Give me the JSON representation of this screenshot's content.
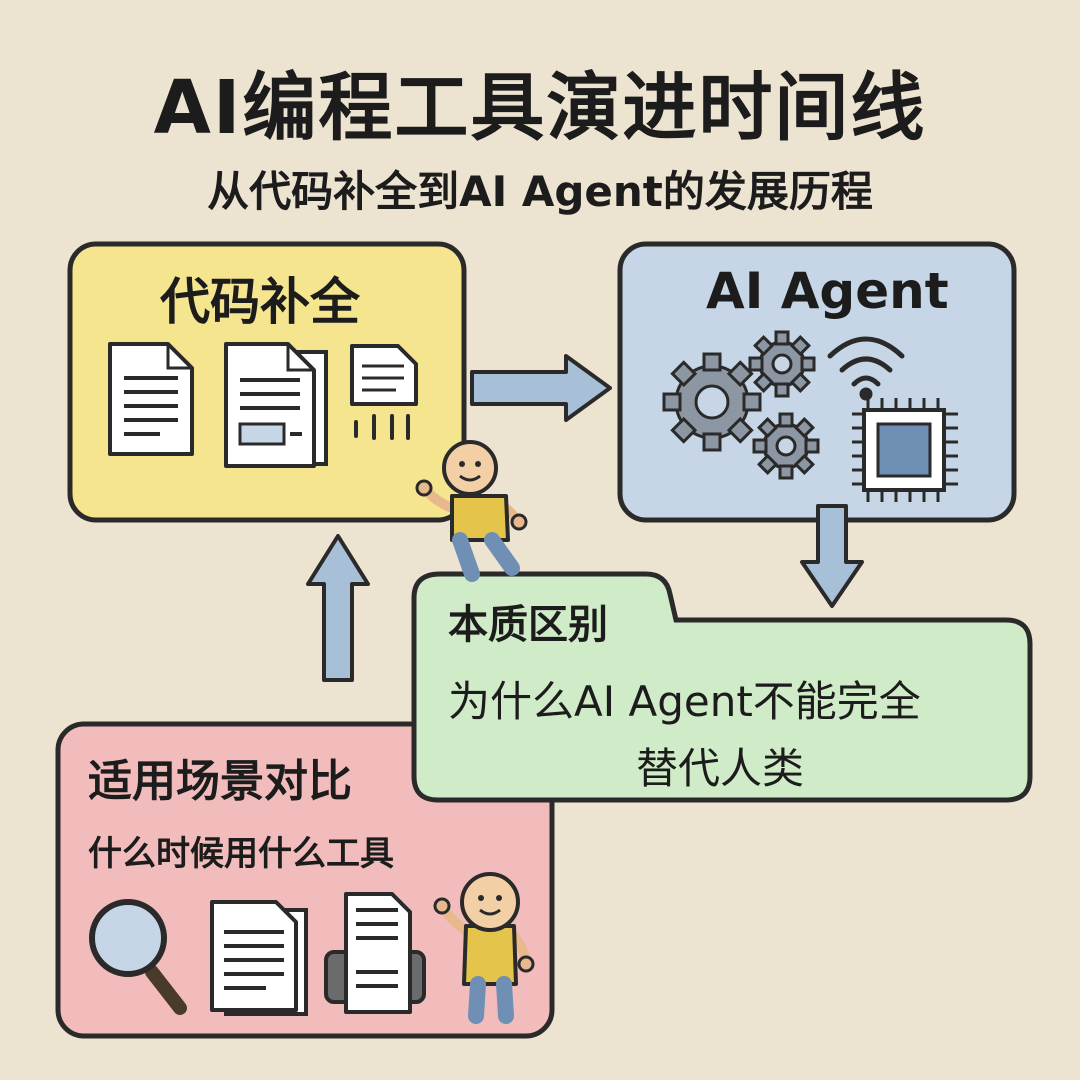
{
  "title": "AI编程工具演进时间线",
  "subtitle": "从代码补全到AI Agent的发展历程",
  "boxes": {
    "code_completion": {
      "label": "代码补全",
      "color": "#F6E58F"
    },
    "ai_agent": {
      "label": "AI Agent",
      "color": "#C7D6E6"
    },
    "essential_difference": {
      "label": "本质区别",
      "body_line1": "为什么AI Agent不能完全",
      "body_line2": "替代人类",
      "color": "#CFEBC7"
    },
    "scenario_comparison": {
      "label": "适用场景对比",
      "body": "什么时候用什么工具",
      "color": "#F2BCBC"
    }
  },
  "icons": [
    "document-icon",
    "document-stack-icon",
    "code-document-icon",
    "gear-icon",
    "wifi-icon",
    "chip-icon",
    "person-icon",
    "magnifier-icon",
    "printer-icon"
  ],
  "colors": {
    "background": "#EDE3D1",
    "outline": "#2a2a2a",
    "arrow": "#A8BFD8"
  }
}
